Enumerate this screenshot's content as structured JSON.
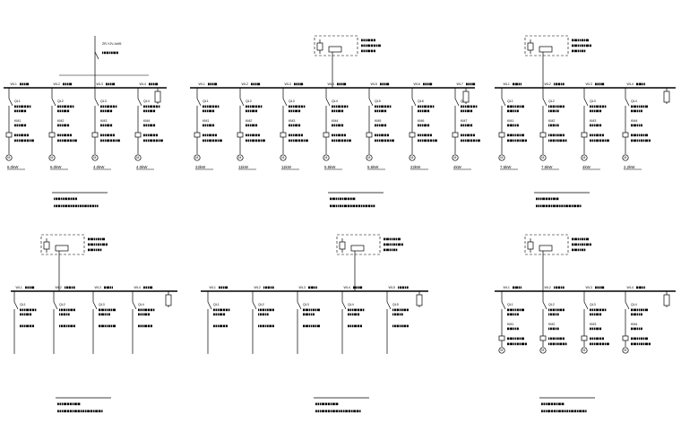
{
  "drawing": {
    "background": "#ffffff",
    "line_color": "#000000"
  },
  "panels": [
    {
      "id": "p1",
      "title": "",
      "subtitle": "",
      "feeder": "ZR-YJV-4x95",
      "source_kind": "cable",
      "circuits": [
        "WL1",
        "WL2",
        "WL3",
        "WL4"
      ],
      "load_labels": [
        "6.0kW",
        "6.0kW",
        "4.0kW",
        "4.0kW"
      ]
    },
    {
      "id": "p2",
      "title": "",
      "subtitle": "",
      "feeder": "",
      "source_kind": "transformer",
      "circuits": [
        "WL1",
        "WL2",
        "WL3",
        "WL4",
        "WL5",
        "WL6",
        "WL7"
      ],
      "load_labels": [
        "22kW",
        "11kW",
        "11kW",
        "5.5kW",
        "5.5kW",
        "22kW",
        "4kW"
      ]
    },
    {
      "id": "p3",
      "title": "",
      "subtitle": "",
      "feeder": "",
      "source_kind": "transformer",
      "circuits": [
        "WL1",
        "WL2",
        "WL3",
        "WL4"
      ],
      "load_labels": [
        "7.5kW",
        "7.5kW",
        "4kW",
        "2.2kW"
      ]
    },
    {
      "id": "p4",
      "title": "",
      "subtitle": "",
      "feeder": "",
      "source_kind": "transformer",
      "circuits": [
        "WL1",
        "WL2",
        "WL3",
        "WL4"
      ],
      "load_labels": [
        "",
        "",
        "",
        ""
      ]
    },
    {
      "id": "p5",
      "title": "",
      "subtitle": "",
      "feeder": "",
      "source_kind": "transformer",
      "circuits": [
        "WL1",
        "WL2",
        "WL3",
        "WL4",
        "WL5"
      ],
      "load_labels": [
        "",
        "",
        "",
        "",
        ""
      ]
    },
    {
      "id": "p6",
      "title": "",
      "subtitle": "",
      "feeder": "",
      "source_kind": "transformer",
      "circuits": [
        "WL1",
        "WL2",
        "WL3",
        "WL4"
      ],
      "load_labels": [
        "",
        "",
        "",
        ""
      ]
    }
  ]
}
